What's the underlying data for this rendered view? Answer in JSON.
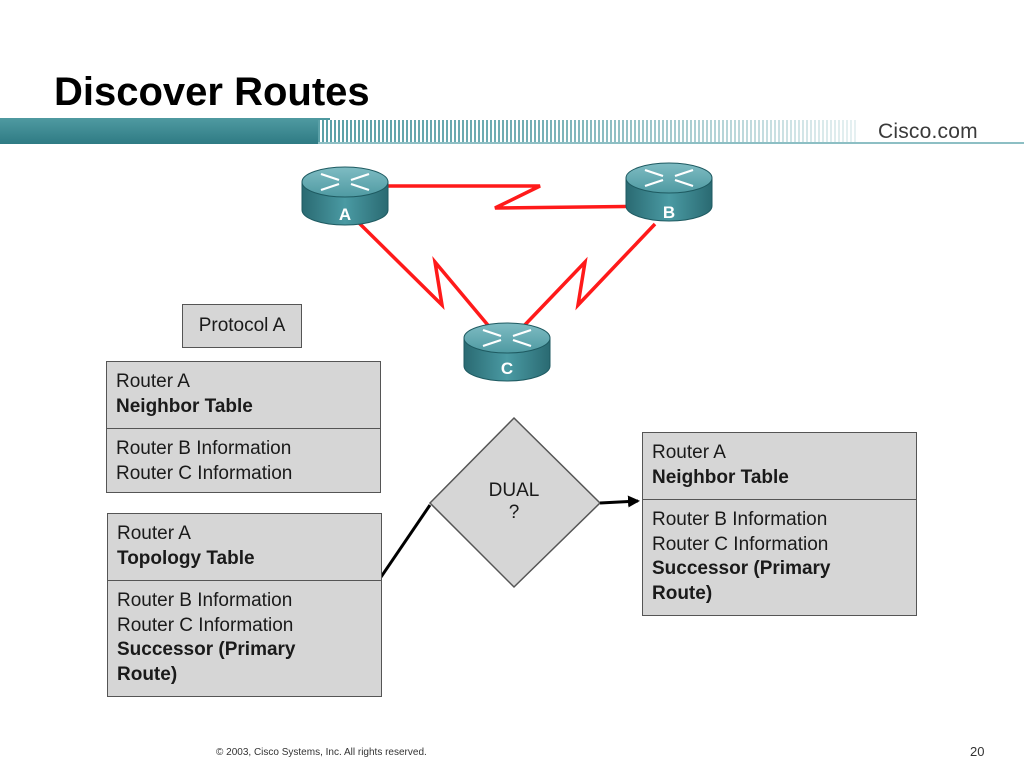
{
  "slide": {
    "title": "Discover Routes",
    "brand": "Cisco.com",
    "footer": "© 2003, Cisco Systems, Inc. All rights reserved.",
    "page_number": "20"
  },
  "topology": {
    "routers": [
      {
        "id": "router-a",
        "label": "A"
      },
      {
        "id": "router-b",
        "label": "B"
      },
      {
        "id": "router-c",
        "label": "C"
      }
    ],
    "link_color": "#ff1a1a",
    "router_color": "#3d8a93"
  },
  "protocol_label": "Protocol A",
  "left_neighbor_table": {
    "header": [
      "Router A",
      "Neighbor Table"
    ],
    "rows": [
      "Router B Information",
      "Router C Information"
    ]
  },
  "left_topology_table": {
    "header": [
      "Router A",
      "Topology Table"
    ],
    "rows": [
      "Router B Information",
      "Router C Information"
    ],
    "successor": [
      "Successor (Primary",
      "Route)"
    ]
  },
  "dual": {
    "label": "DUAL",
    "question": "?"
  },
  "right_neighbor_table": {
    "header": [
      "Router A",
      "Neighbor Table"
    ],
    "rows": [
      "Router B Information",
      "Router C Information"
    ],
    "successor": [
      "Successor (Primary",
      "Route)"
    ]
  }
}
